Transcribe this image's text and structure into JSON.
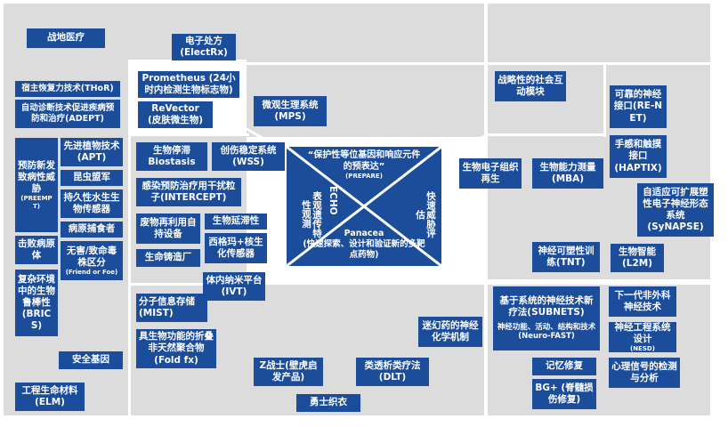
{
  "boxes": {
    "battlefield_medicine": "战地医疗",
    "electrx": "电子处方\n(ElectRx)",
    "thor": "宿主恢复力技术(THoR)",
    "adept": "自动诊断技术促进疾病预防和治疗(ADEPT)",
    "prometheus": "Prometheus (24小时内检测生物标志物)",
    "revector": "ReVector\n(皮肤微生物)",
    "mps": "微观生理系统\n(MPS)",
    "social_modules": "战略性的社会互动模块",
    "renet": "可靠的神经接口(RE-NET)",
    "haptix": "手感和触摸接口\n(HAPTIX)",
    "synapse": "自适应可扩展塑性电子神经形态系统\n(SyNAPSE)",
    "prevent": "预防新发致病性威胁",
    "prevent_sub": "(PREEMPT)",
    "apt": "先进植物技术\n(APT)",
    "biostasis": "生物停滞\nBiostasis",
    "wss": "创伤稳定系统\n(WSS)",
    "insect_allies": "昆虫盟军",
    "intercept": "感染预防治疗用干扰粒子(INTERCEPT)",
    "aquatic_sensors": "持久性水生生物传感器",
    "pathogen_predators": "病原捕食者",
    "waste_equipment": "废物再利用自持设备",
    "bio_persistence": "生物延滞性",
    "sigma_sensors": "西格玛+核生化传感器",
    "friend_foe": "无害/致命毒株区分",
    "friend_foe_sub": "(Friend or Foe)",
    "defeat_pathogen": "击败病原体",
    "biofoundry": "生命铸造厂",
    "ivt": "体内纳米平台(IVT)",
    "brics": "复杂环境中的生物鲁棒性\n(BRICS)",
    "mist": "分子信息存储\n(MIST)",
    "fold_fx": "具生物功能的折叠非天然聚合物\n(Fold fx)",
    "safe_genes": "安全基因",
    "elm": "工程生命材料\n(ELM)",
    "z_warrior": "Z战士(壁虎启发产品)",
    "warrior_web": "勇士织衣",
    "dlt": "类透析类疗法\n(DLT)",
    "psychedelic": "迷幻药的神经化学机制",
    "bioelectronic": "生物电子组织再生",
    "mba": "生物能力测量(MBA)",
    "tnt": "神经可塑性训练(TNT)",
    "l2m": "生物智能\n(L2M)",
    "subnets": "基于系统的神经技术新疗法(SUBNETS)",
    "neuro_fast": "神经功能、活动、结构和技术(Neuro-FAST)",
    "nextgen_neuro": "下一代非外科神经技术",
    "nesd": "神经工程系统设计",
    "nesd_sub": "(NESD)",
    "memory": "记忆修复",
    "bg_plus": "BG+ (脊髓损伤修复)",
    "heart_signal": "心理信号的检测与分析"
  },
  "center": {
    "prepare": "“保护性等位基因和响应元件的预表达”",
    "prepare_sub": "(PREPARE)",
    "echo_title": "ECHO",
    "echo_desc": "表观遗传特性观测",
    "rapid": "快速威胁评估",
    "panacea": "Panacea\n(快速探索、设计和验证新的多靶点药物)"
  },
  "colors": {
    "box_fill": "#1b4d9b",
    "panel_gray": "#dcdcdc",
    "text": "#ffffff"
  }
}
